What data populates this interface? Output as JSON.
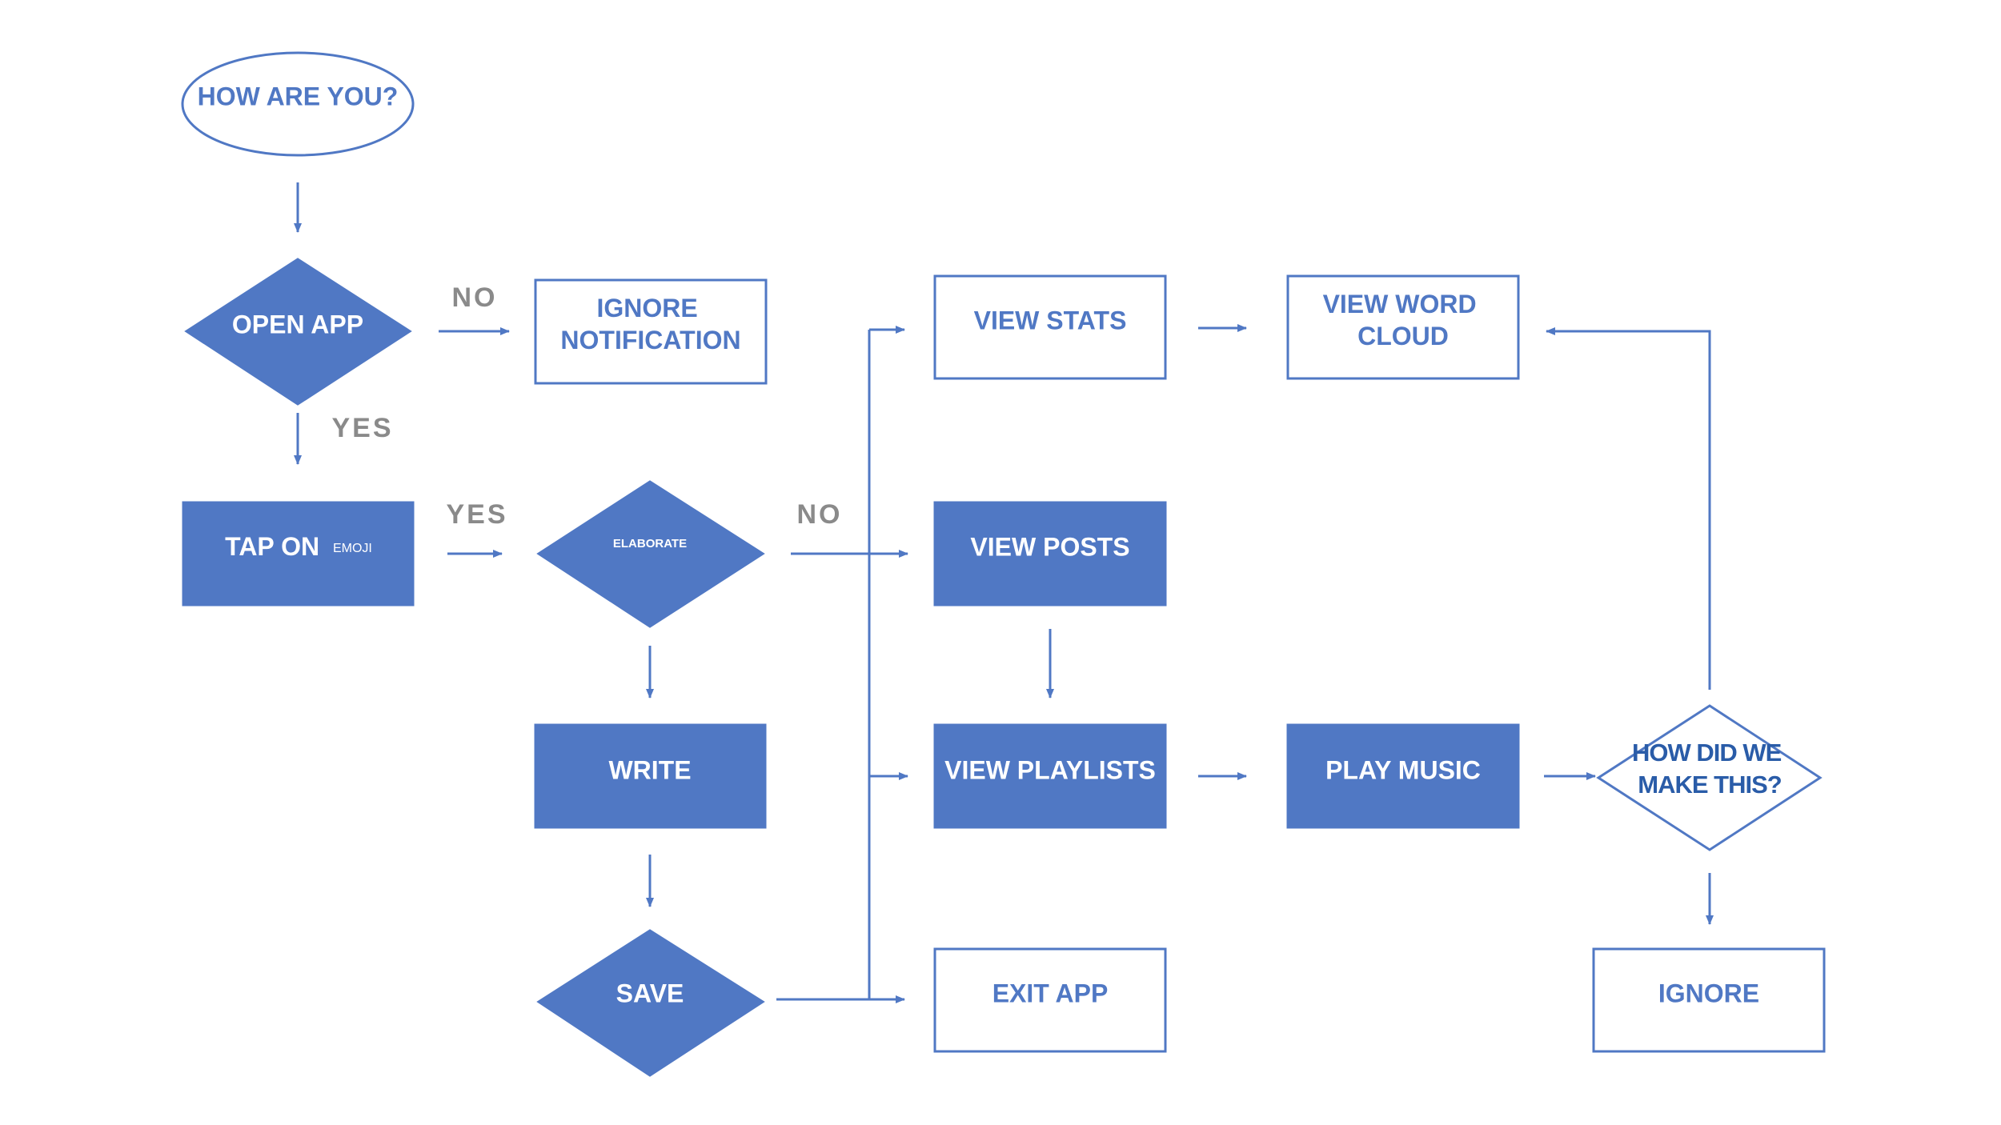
{
  "nodes": {
    "how_are_you": "HOW ARE YOU?",
    "open_app": "OPEN APP",
    "ignore_notification": [
      "IGNORE",
      "NOTIFICATION"
    ],
    "tap_on": "TAP ON",
    "tap_on_suffix": "EMOJI",
    "elaborate": "ELABORATE",
    "write": "WRITE",
    "save": "SAVE",
    "view_stats": "VIEW STATS",
    "view_word_cloud": [
      "VIEW WORD",
      "CLOUD"
    ],
    "view_posts": "VIEW POSTS",
    "view_playlists": "VIEW PLAYLISTS",
    "play_music": "PLAY MUSIC",
    "how_did_we": [
      "HOW DID WE",
      "MAKE THIS?"
    ],
    "exit_app": "EXIT APP",
    "ignore": "IGNORE"
  },
  "edge_labels": {
    "open_no": "NO",
    "open_yes": "YES",
    "tap_yes": "YES",
    "elaborate_no": "NO"
  },
  "colors": {
    "accent": "#5078c4",
    "edge_label": "#8a8a8a",
    "question_text": "#2a5ca8"
  }
}
